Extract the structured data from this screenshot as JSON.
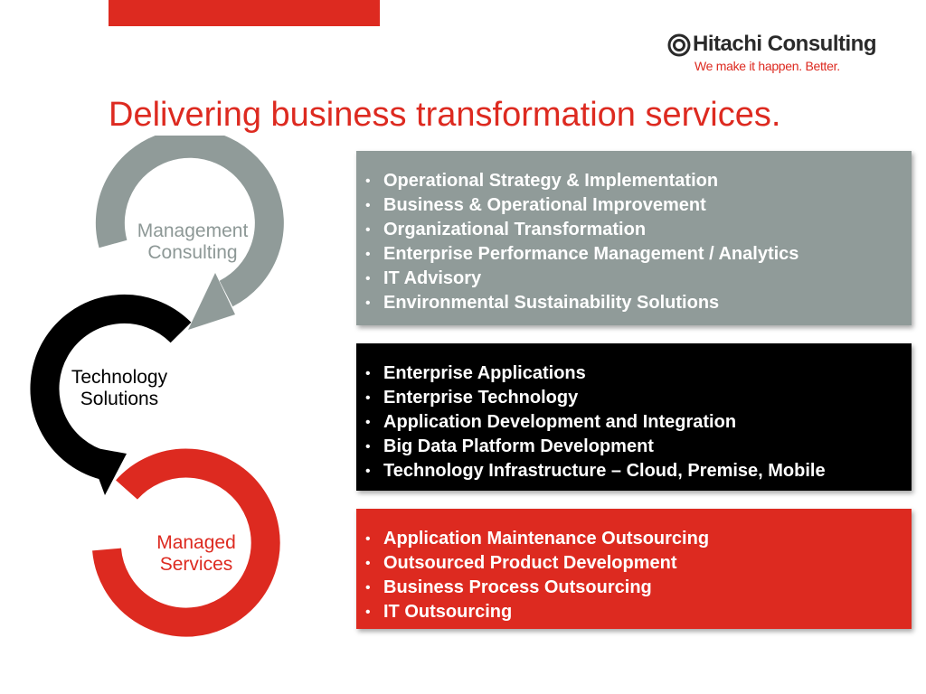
{
  "logo": {
    "name": "Hitachi Consulting",
    "tagline": "We make it happen. Better."
  },
  "title": "Delivering business transformation services.",
  "cycle": {
    "management": "Management\nConsulting",
    "technology": "Technology\nSolutions",
    "managed": "Managed\nServices"
  },
  "colors": {
    "brand_red": "#dd2a20",
    "grey": "#909b99",
    "black": "#000000",
    "text_white": "#ffffff"
  },
  "sections": {
    "management": [
      "Operational Strategy & Implementation",
      "Business & Operational Improvement",
      "Organizational Transformation",
      "Enterprise Performance Management / Analytics",
      "IT Advisory",
      "Environmental Sustainability Solutions"
    ],
    "technology": [
      "Enterprise Applications",
      "Enterprise Technology",
      "Application Development and Integration",
      "Big Data Platform Development",
      "Technology Infrastructure – Cloud, Premise, Mobile"
    ],
    "managed": [
      "Application Maintenance Outsourcing",
      "Outsourced Product Development",
      "Business Process Outsourcing",
      "IT Outsourcing"
    ]
  }
}
